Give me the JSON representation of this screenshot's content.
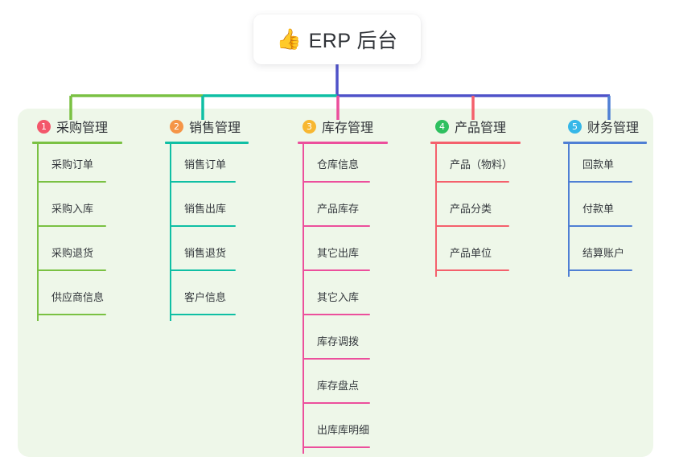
{
  "diagram": {
    "type": "mind-map",
    "root": {
      "icon": "thumbs-up-icon",
      "emoji": "👍",
      "title": "ERP 后台"
    },
    "panel_color": "#eef7e9",
    "bus_colors": [
      "#7ac143",
      "#0fbfa4",
      "#4f52c9"
    ],
    "branches": [
      {
        "number": "1",
        "badge_color": "#f3576b",
        "line_color": "#7ac143",
        "title": "采购管理",
        "items": [
          "采购订单",
          "采购入库",
          "采购退货",
          "供应商信息"
        ]
      },
      {
        "number": "2",
        "badge_color": "#f59547",
        "line_color": "#0fbfa4",
        "title": "销售管理",
        "items": [
          "销售订单",
          "销售出库",
          "销售退货",
          "客户信息"
        ]
      },
      {
        "number": "3",
        "badge_color": "#f7b731",
        "line_color": "#ec4f9c",
        "title": "库存管理",
        "items": [
          "仓库信息",
          "产品库存",
          "其它出库",
          "其它入库",
          "库存调拨",
          "库存盘点",
          "出库库明细"
        ]
      },
      {
        "number": "4",
        "badge_color": "#2ec05f",
        "line_color": "#f4606c",
        "title": "产品管理",
        "items": [
          "产品（物料）",
          "产品分类",
          "产品单位"
        ]
      },
      {
        "number": "5",
        "badge_color": "#35b7e8",
        "line_color": "#4f7fd4",
        "title": "财务管理",
        "items": [
          "回款单",
          "付款单",
          "结算账户"
        ]
      }
    ]
  }
}
